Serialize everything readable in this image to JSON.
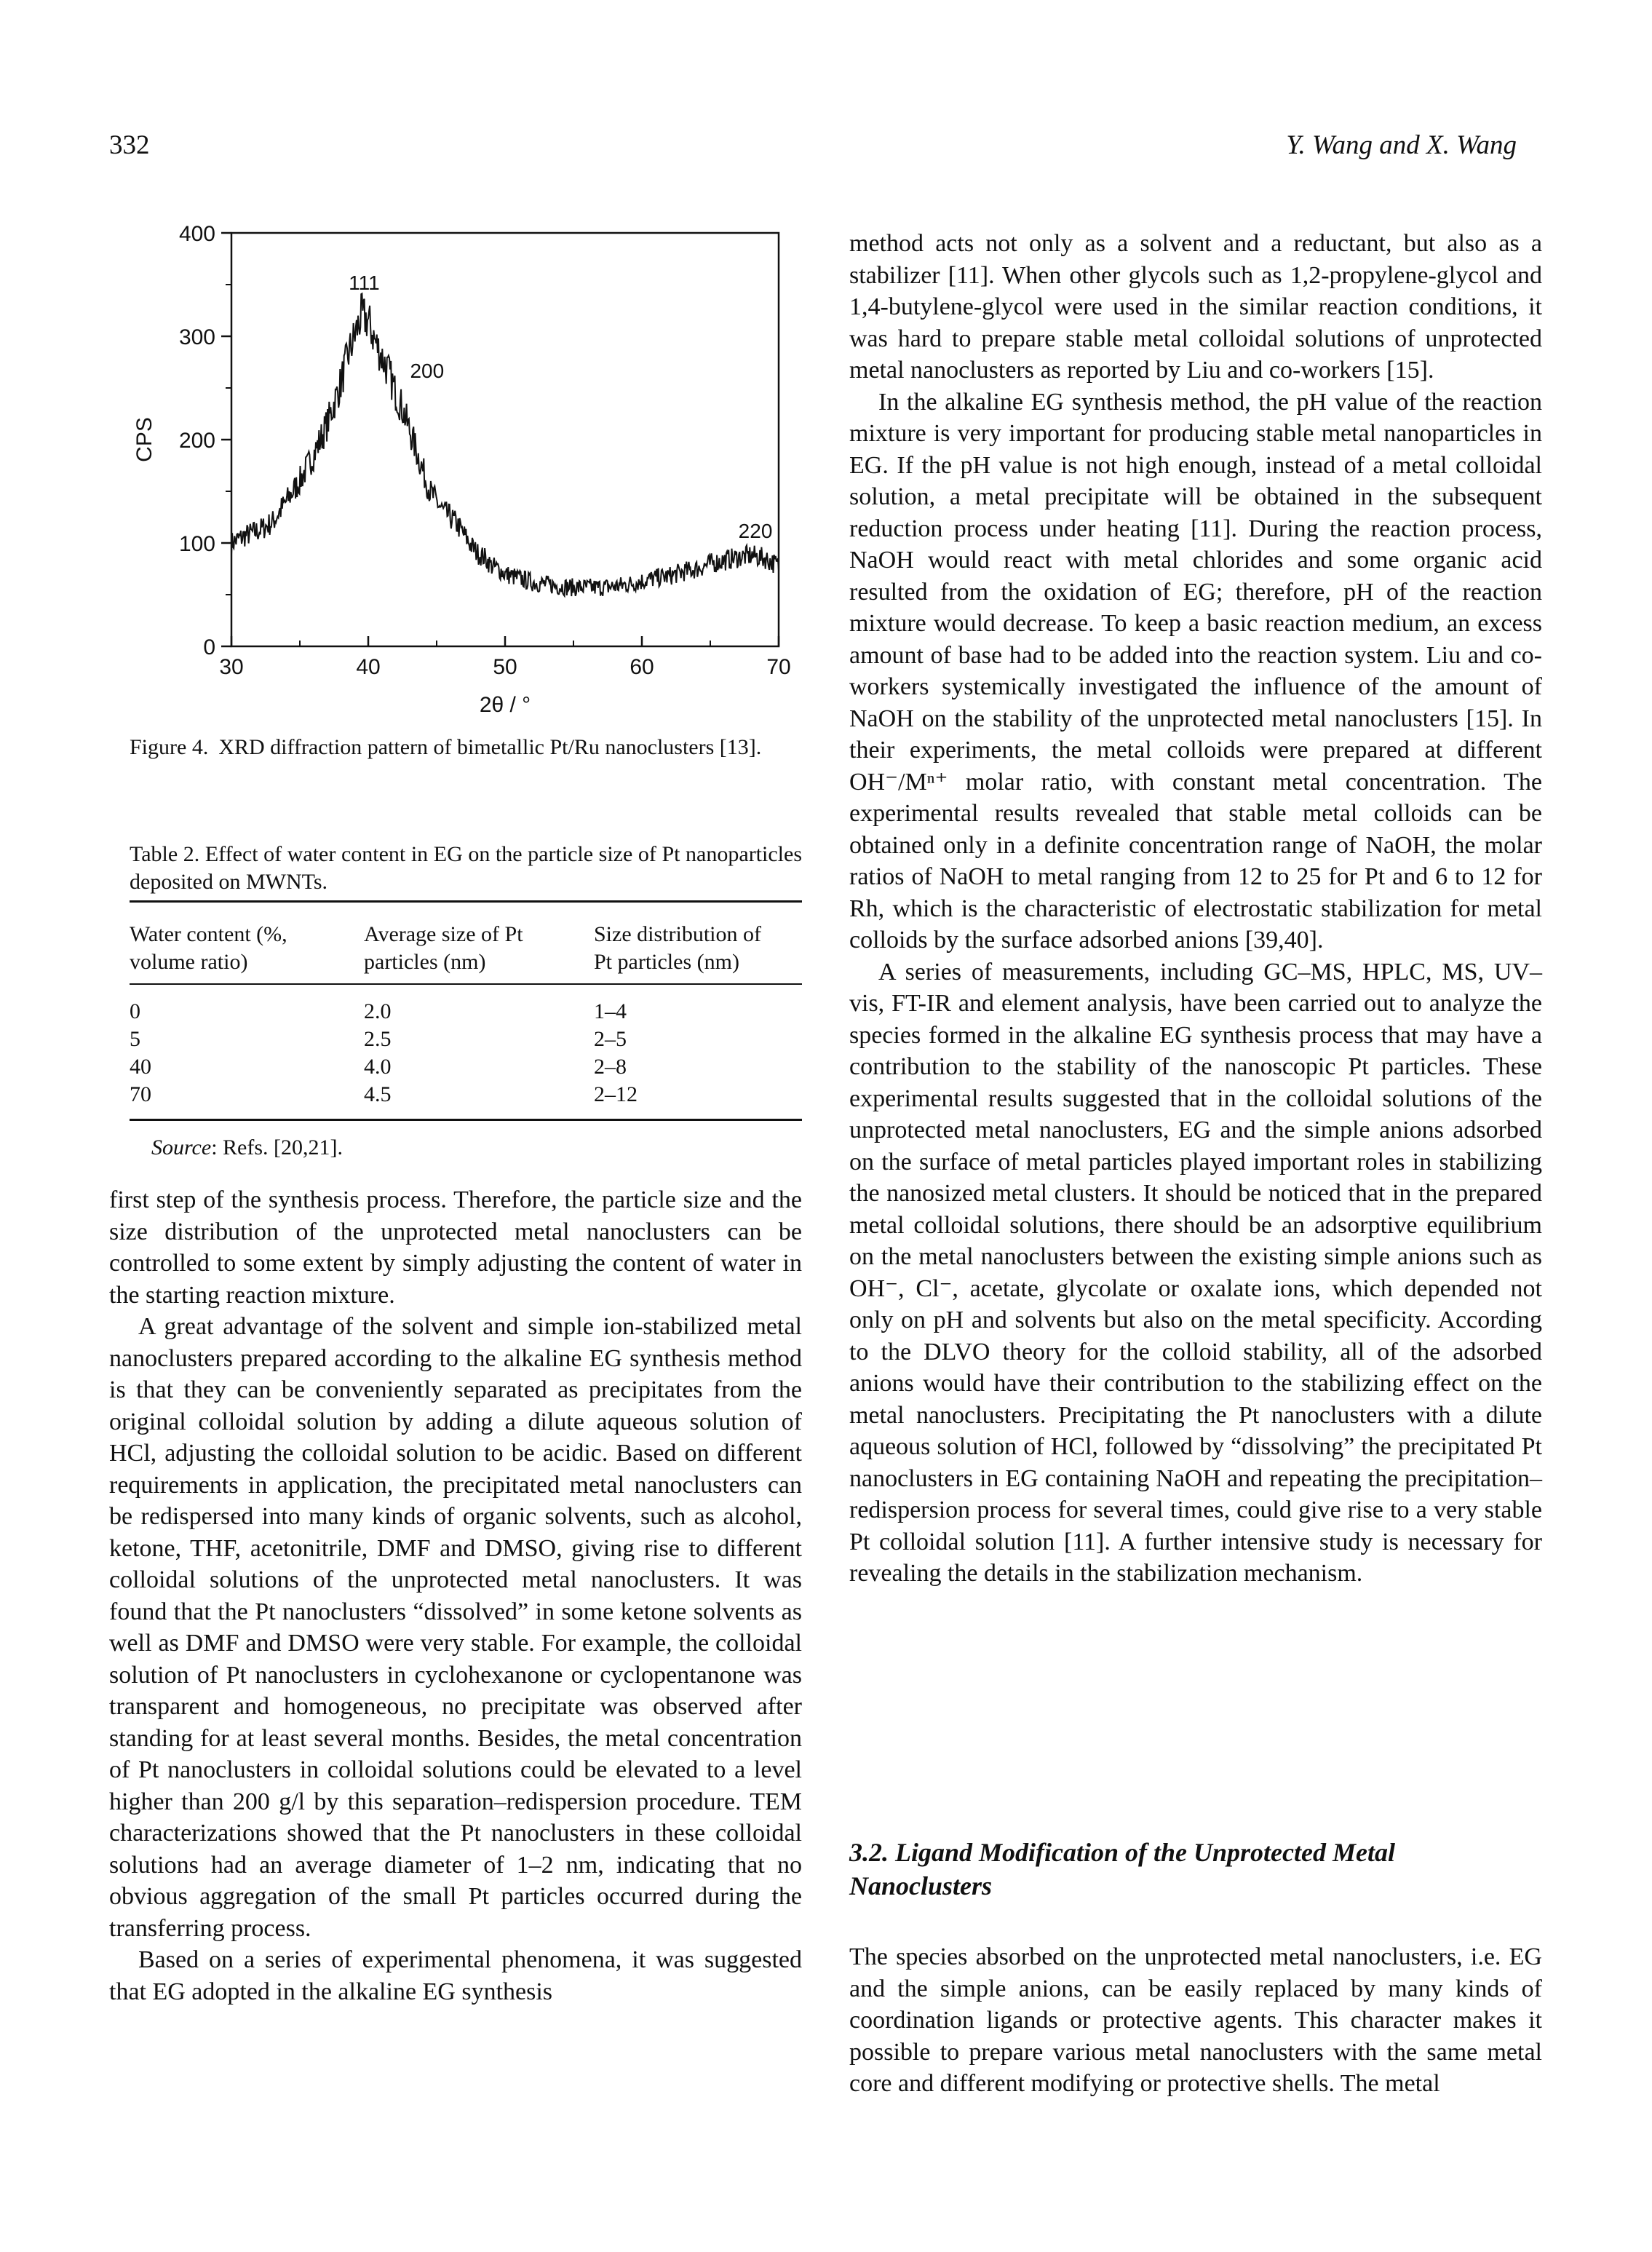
{
  "header": {
    "page_number": "332",
    "running_head": "Y. Wang and X. Wang"
  },
  "figure": {
    "caption_label": "Figure 4.",
    "caption_text": "XRD diffraction pattern of bimetallic Pt/Ru nanoclusters [13].",
    "chart_data": {
      "type": "line",
      "xlabel": "2θ / °",
      "ylabel": "CPS",
      "xlim": [
        30,
        70
      ],
      "ylim": [
        0,
        400
      ],
      "x_ticks": [
        "30",
        "40",
        "50",
        "60",
        "70"
      ],
      "y_ticks": [
        "0",
        "100",
        "200",
        "300",
        "400"
      ],
      "grid": false,
      "annotations": [
        {
          "text": "111",
          "x": 39.7,
          "y": 345
        },
        {
          "text": "200",
          "x": 44.3,
          "y": 260
        },
        {
          "text": "220",
          "x": 68.3,
          "y": 105
        }
      ],
      "series": [
        {
          "x": [
            30,
            31,
            32,
            33,
            34,
            35,
            36,
            37,
            37.5,
            38,
            38.5,
            39,
            39.5,
            40,
            40.5,
            41,
            41.5,
            42,
            42.5,
            43,
            43.5,
            44,
            44.5,
            45,
            45.5,
            46,
            46.5,
            47,
            47.5,
            48,
            48.5,
            49,
            49.5,
            50,
            51,
            52,
            53,
            54,
            55,
            56,
            57,
            58,
            59,
            60,
            61,
            62,
            63,
            64,
            65,
            66,
            67,
            68,
            69,
            70
          ],
          "y": [
            100,
            107,
            112,
            120,
            140,
            160,
            185,
            215,
            235,
            255,
            280,
            300,
            320,
            315,
            295,
            280,
            265,
            245,
            230,
            210,
            190,
            170,
            150,
            140,
            130,
            125,
            118,
            108,
            98,
            90,
            86,
            78,
            75,
            70,
            66,
            62,
            60,
            58,
            57,
            57,
            57,
            58,
            60,
            63,
            66,
            68,
            72,
            75,
            80,
            83,
            86,
            88,
            85,
            78
          ]
        }
      ]
    }
  },
  "table": {
    "caption": "Table 2. Effect of water content in EG on the particle size of Pt nanoparticles deposited on MWNTs.",
    "headers": [
      [
        "Water content (%,",
        "volume ratio)"
      ],
      [
        "Average size of Pt",
        "particles (nm)"
      ],
      [
        "Size distribution of",
        "Pt particles (nm)"
      ]
    ],
    "rows": [
      [
        "0",
        "2.0",
        "1–4"
      ],
      [
        "5",
        "2.5",
        "2–5"
      ],
      [
        "40",
        "4.0",
        "2–8"
      ],
      [
        "70",
        "4.5",
        "2–12"
      ]
    ],
    "source_label": "Source",
    "source_text": ": Refs. [20,21]."
  },
  "left_column": {
    "paragraphs": [
      "first step of the synthesis process. Therefore, the particle size and the size distribution of the unprotected metal nanoclusters can be controlled to some extent by simply adjusting the content of water in the starting reaction mixture.",
      "A great advantage of the solvent and simple ion-stabilized metal nanoclusters prepared according to the alkaline EG synthesis method is that they can be conveniently separated as precipitates from the original colloidal solution by adding a dilute aqueous solution of HCl, adjusting the colloidal solution to be acidic. Based on different requirements in application, the precipitated metal nanoclusters can be redispersed into many kinds of organic solvents, such as alcohol, ketone, THF, acetonitrile, DMF and DMSO, giving rise to different colloidal solutions of the unprotected metal nanoclusters. It was found that the Pt nanoclusters “dissolved” in some ketone solvents as well as DMF and DMSO were very stable. For example, the colloidal solution of Pt nanoclusters in cyclohexanone or cyclopentanone was transparent and homogeneous, no precipitate was observed after standing for at least several months. Besides, the metal concentration of Pt nanoclusters in colloidal solutions could be elevated to a level higher than 200 g/l by this separation–redispersion procedure. TEM characterizations showed that the Pt nanoclusters in these colloidal solutions had an average diameter of 1–2 nm, indicating that no obvious aggregation of the small Pt particles occurred during the transferring process.",
      "Based on a series of experimental phenomena, it was suggested that EG adopted in the alkaline EG synthesis"
    ]
  },
  "right_column": {
    "paragraphs": [
      "method acts not only as a solvent and a reductant, but also as a stabilizer [11]. When other glycols such as 1,2-propylene-glycol and 1,4-butylene-glycol were used in the similar reaction conditions, it was hard to prepare stable metal colloidal solutions of unprotected metal nanoclusters as reported by Liu and co-workers [15].",
      "In the alkaline EG synthesis method, the pH value of the reaction mixture is very important for producing stable metal nanoparticles in EG. If the pH value is not high enough, instead of a metal colloidal solution, a metal precipitate will be obtained in the subsequent reduction process under heating [11]. During the reaction process, NaOH would react with metal chlorides and some organic acid resulted from the oxidation of EG; therefore, pH of the reaction mixture would decrease. To keep a basic reaction medium, an excess amount of base had to be added into the reaction system. Liu and co-workers systemically investigated the influence of the amount of NaOH on the stability of the unprotected metal nanoclusters [15]. In their experiments, the metal colloids were prepared at different OH⁻/Mⁿ⁺ molar ratio, with constant metal concentration. The experimental results revealed that stable metal colloids can be obtained only in a definite concentration range of NaOH, the molar ratios of NaOH to metal ranging from 12 to 25 for Pt and 6 to 12 for Rh, which is the characteristic of electrostatic stabilization for metal colloids by the surface adsorbed anions [39,40].",
      "A series of measurements, including GC–MS, HPLC, MS, UV–vis, FT-IR and element analysis, have been carried out to analyze the species formed in the alkaline EG synthesis process that may have a contribution to the stability of the nanoscopic Pt particles. These experimental results suggested that in the colloidal solutions of the unprotected metal nanoclusters, EG and the simple anions adsorbed on the surface of metal particles played important roles in stabilizing the nanosized metal clusters. It should be noticed that in the prepared metal colloidal solutions, there should be an adsorptive equilibrium on the metal nanoclusters between the existing simple anions such as OH⁻, Cl⁻, acetate, glycolate or oxalate ions, which depended not only on pH and solvents but also on the metal specificity. According to the DLVO theory for the colloid stability, all of the adsorbed anions would have their contribution to the stabilizing effect on the metal nanoclusters. Precipitating the Pt nanoclusters with a dilute aqueous solution of HCl, followed by “dissolving” the precipitated Pt nanoclusters in EG containing NaOH and repeating the precipitation–redispersion process for several times, could give rise to a very stable Pt colloidal solution [11]. A further intensive study is necessary for revealing the details in the stabilization mechanism."
    ],
    "section_heading": "3.2. Ligand Modification of the Unprotected Metal Nanoclusters",
    "section_paragraphs": [
      "The species absorbed on the unprotected metal nanoclusters, i.e. EG and the simple anions, can be easily replaced by many kinds of coordination ligands or protective agents. This character makes it possible to prepare various metal nanoclusters with the same metal core and different modifying or protective shells. The metal"
    ]
  }
}
